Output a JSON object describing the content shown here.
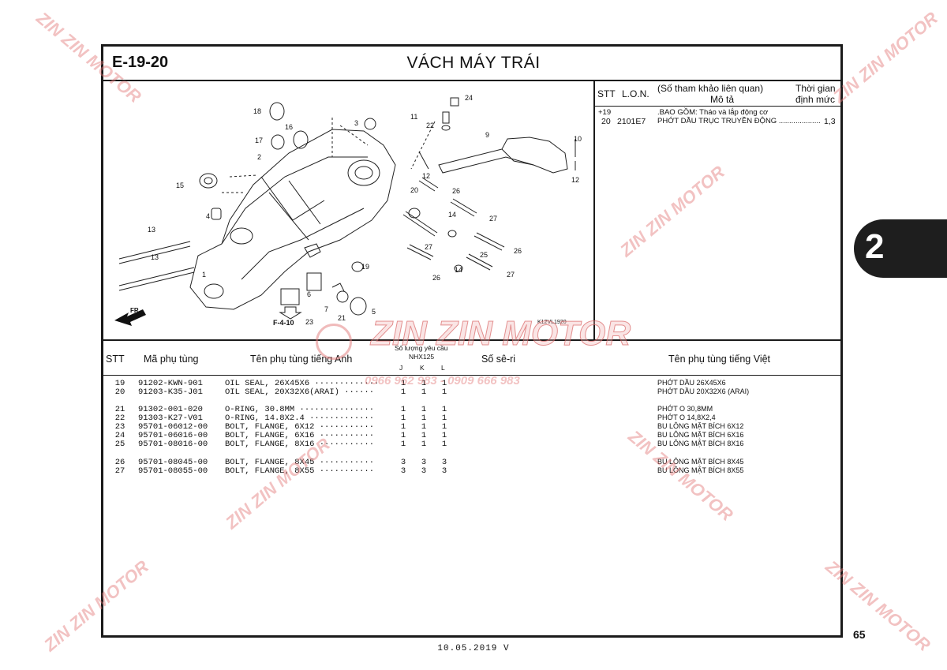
{
  "header": {
    "code": "E-19-20",
    "title": "VÁCH MÁY TRÁI"
  },
  "reference": {
    "col_stt": "STT",
    "col_lon": "L.O.N.",
    "col_ref": "(Số tham khảo liên quan)",
    "col_desc": "Mô tả",
    "col_time": "Thời gian",
    "col_time2": "định mức",
    "rows": [
      {
        "stt": "+19",
        "lon": "",
        "desc": ".BAO GỒM: Tháo và lắp động cơ",
        "time": ""
      },
      {
        "stt": "20",
        "lon": "2101E7",
        "desc": "PHỚT DẦU TRỤC TRUYỀN ĐỘNG ....................",
        "time": "1,3"
      }
    ]
  },
  "diagram": {
    "callouts": [
      "1",
      "2",
      "3",
      "4",
      "5",
      "6",
      "7",
      "9",
      "10",
      "11",
      "12",
      "12",
      "13",
      "13",
      "14",
      "14",
      "15",
      "16",
      "17",
      "18",
      "19",
      "20",
      "21",
      "22",
      "23",
      "24",
      "25",
      "26",
      "26",
      "27",
      "27",
      "27"
    ],
    "ref_label": "F-4-10",
    "fr_label": "FR.",
    "id_label": "K12VL1920"
  },
  "table": {
    "headers": {
      "stt": "STT",
      "code": "Mã phụ tùng",
      "en": "Tên phụ tùng tiếng Anh",
      "qty": "Số lượng yêu cầu",
      "model": "NHX125",
      "j": "J",
      "k": "K",
      "l": "L",
      "serial": "Số sê-ri",
      "vn": "Tên phụ tùng tiếng Việt"
    },
    "rows": [
      {
        "stt": "19",
        "code": "91202-KWN-901",
        "en": "OIL SEAL, 26X45X6 ·············",
        "j": "1",
        "k": "1",
        "l": "1",
        "vn": "PHỚT DẦU 26X45X6"
      },
      {
        "stt": "20",
        "code": "91203-K35-J01",
        "en": "OIL SEAL, 20X32X6(ARAI) ······",
        "j": "1",
        "k": "1",
        "l": "1",
        "vn": "PHỚT DẦU 20X32X6 (ARAI)"
      },
      {
        "stt": "21",
        "code": "91302-001-020",
        "en": "O-RING, 30.8MM ···············",
        "j": "1",
        "k": "1",
        "l": "1",
        "vn": "PHỚT O 30,8MM"
      },
      {
        "stt": "22",
        "code": "91303-K27-V01",
        "en": "O-RING, 14.8X2.4 ·············",
        "j": "1",
        "k": "1",
        "l": "1",
        "vn": "PHỚT O 14,8X2,4"
      },
      {
        "stt": "23",
        "code": "95701-06012-00",
        "en": "BOLT, FLANGE, 6X12 ···········",
        "j": "1",
        "k": "1",
        "l": "1",
        "vn": "BU LÔNG MẶT BÍCH 6X12"
      },
      {
        "stt": "24",
        "code": "95701-06016-00",
        "en": "BOLT, FLANGE, 6X16 ···········",
        "j": "1",
        "k": "1",
        "l": "1",
        "vn": "BU LÔNG MẶT BÍCH 6X16"
      },
      {
        "stt": "25",
        "code": "95701-08016-00",
        "en": "BOLT, FLANGE, 8X16 ···········",
        "j": "1",
        "k": "1",
        "l": "1",
        "vn": "BU LÔNG MẶT BÍCH 8X16"
      },
      {
        "stt": "26",
        "code": "95701-08045-00",
        "en": "BOLT, FLANGE, 8X45 ···········",
        "j": "3",
        "k": "3",
        "l": "3",
        "vn": "BU LÔNG MẶT BÍCH 8X45"
      },
      {
        "stt": "27",
        "code": "95701-08055-00",
        "en": "BOLT, FLANGE, 8X55 ···········",
        "j": "3",
        "k": "3",
        "l": "3",
        "vn": "BU LÔNG MẶT BÍCH 8X55"
      }
    ]
  },
  "section_tab": "2",
  "page_number": "65",
  "footer": "10.05.2019     V",
  "watermark": {
    "brand": "ZIN ZIN MOTOR",
    "phone": "0966 962 983 - 0909 666 983"
  }
}
